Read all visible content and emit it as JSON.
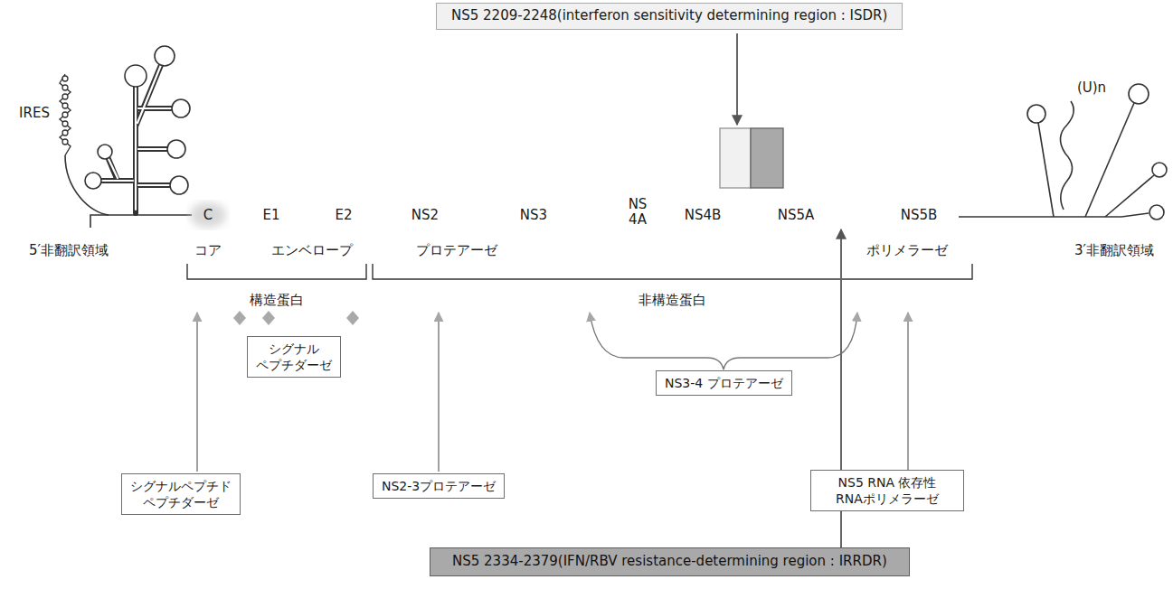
{
  "diagram": {
    "nodes": [
      {
        "text": [
          "NS5 2209-2248(interferon sensitivity determining region : ISDR)"
        ]
      },
      {
        "text": [
          "シグナル ペプチダーゼ"
        ]
      },
      {
        "text": [
          "シグナルペプチド ペプチダーゼ"
        ]
      },
      {
        "text": [
          "NS2-3プロテアーゼ"
        ]
      },
      {
        "text": [
          "NS3-4 プロテアーゼ"
        ]
      },
      {
        "text": [
          "NS5 RNA 依存性 RNAポリメラーゼ"
        ]
      },
      {
        "text": [
          "NS5 2334-2379(IFN/RBV resistance-determining region : IRRDR)"
        ]
      }
    ],
    "labels": [
      "IRES",
      "C",
      "E1",
      "E2",
      "NS2",
      "NS3",
      "NS 4A",
      "NS4B",
      "NS5A",
      "NS5B",
      "(U)n",
      "5′非翻訳領域",
      "コア",
      "エンベロープ",
      "プロテアーゼ",
      "ポリメラーゼ",
      "3′非翻訳領域",
      "構造蛋白",
      "非構造蛋白"
    ]
  }
}
